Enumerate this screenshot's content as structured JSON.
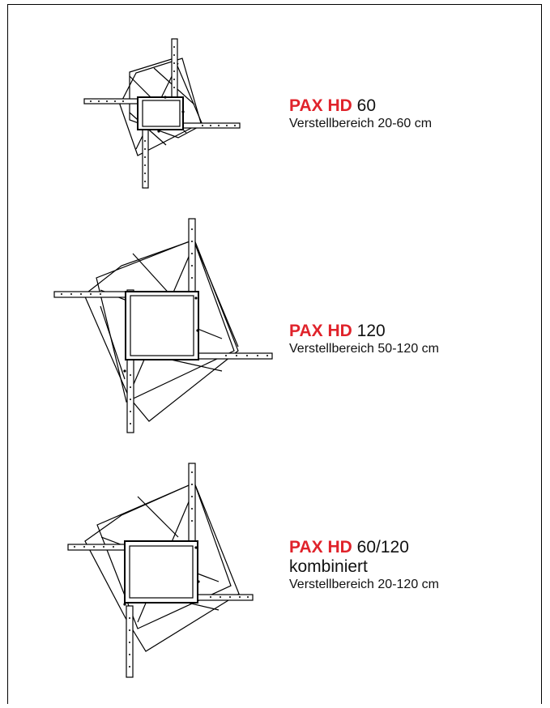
{
  "page": {
    "items": [
      {
        "brand": "PAX HD",
        "model": "60",
        "subtitle": "",
        "range": "Verstellbereich 20-60 cm",
        "colors": {
          "brand": "#e0232b",
          "text": "#111111"
        }
      },
      {
        "brand": "PAX HD",
        "model": "120",
        "subtitle": "",
        "range": "Verstellbereich 50-120 cm",
        "colors": {
          "brand": "#e0232b",
          "text": "#111111"
        }
      },
      {
        "brand": "PAX HD",
        "model": "60/120",
        "subtitle": "kombiniert",
        "range": "Verstellbereich 20-120 cm",
        "colors": {
          "brand": "#e0232b",
          "text": "#111111"
        }
      }
    ]
  }
}
